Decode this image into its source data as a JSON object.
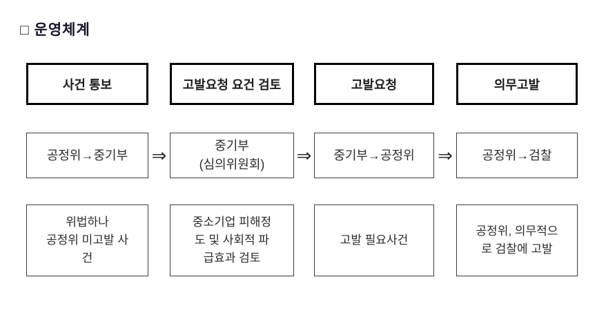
{
  "title": "□ 운영체계",
  "arrow_symbol": "⇒",
  "columns": [
    {
      "header": "사건 통보",
      "flow": "공정위→중기부",
      "desc": "위법하나\n공정위 미고발 사\n건"
    },
    {
      "header": "고발요청 요건 검토",
      "flow": "중기부\n(심의위원회)",
      "desc": "중소기업 피해정\n도 및 사회적 파\n급효과 검토"
    },
    {
      "header": "고발요청",
      "flow": "중기부→공정위",
      "desc": "고발 필요사건"
    },
    {
      "header": "의무고발",
      "flow": "공정위→검찰",
      "desc": "공정위, 의무적으\n로 검찰에 고발"
    }
  ]
}
